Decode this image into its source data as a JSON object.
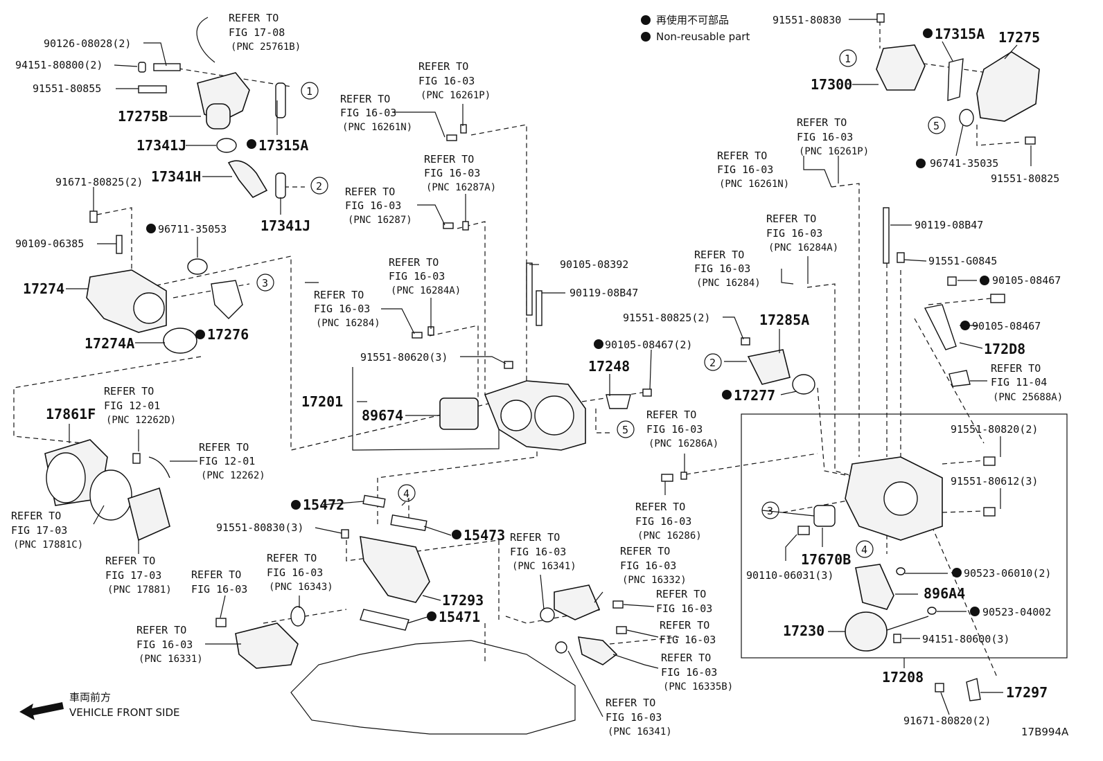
{
  "legend": {
    "jp": "再使用不可部品",
    "en": "Non-reusable part"
  },
  "front": {
    "jp": "車両前方",
    "en": "VEHICLE FRONT SIDE"
  },
  "diagram_id": "17B994A",
  "callouts": [
    "1",
    "2",
    "3",
    "4",
    "5"
  ],
  "part_numbers": {
    "p90126": "90126-08028(2)",
    "p94151a": "94151-80800(2)",
    "p91551_855": "91551-80855",
    "p17275B": "17275B",
    "p17341J_a": "17341J",
    "p17315A_a": "17315A",
    "p17341H": "17341H",
    "p91671_825": "91671-80825(2)",
    "p17341J_b": "17341J",
    "p90109": "90109-06385",
    "p96711": "96711-35053",
    "p17274": "17274",
    "p17274A": "17274A",
    "p17276": "17276",
    "p17861F": "17861F",
    "p17201": "17201",
    "p89674": "89674",
    "p91551_620": "91551-80620(3)",
    "p90105_392": "90105-08392",
    "p90119_a": "90119-08B47",
    "p91551_825b": "91551-80825(2)",
    "p90105_467b": "90105-08467(2)",
    "p17248": "17248",
    "p17285A": "17285A",
    "p17277": "17277",
    "p15472": "15472",
    "p15473": "15473",
    "p91551_830b": "91551-80830(3)",
    "p17293": "17293",
    "p15471": "15471",
    "p91551_830": "91551-80830",
    "p17315A_b": "17315A",
    "p17275": "17275",
    "p17300": "17300",
    "p96741": "96741-35035",
    "p91551_825c": "91551-80825",
    "p90119_b": "90119-08B47",
    "p91551_G845": "91551-G0845",
    "p90105_467c": "90105-08467",
    "p90105_467d": "90105-08467",
    "p172D8": "172D8",
    "p91551_820": "91551-80820(2)",
    "p91551_612": "91551-80612(3)",
    "p17670B": "17670B",
    "p90110": "90110-06031(3)",
    "p90523_010": "90523-06010(2)",
    "p896A4": "896A4",
    "p90523_002": "90523-04002",
    "p17230": "17230",
    "p94151b": "94151-80600(3)",
    "p17208": "17208",
    "p17297": "17297",
    "p91671_820": "91671-80820(2)"
  },
  "refer_a": "REFER TO",
  "refs": {
    "r1708": [
      "FIG 17-08",
      "(PNC 25761B)"
    ],
    "r16261N_a": [
      "FIG 16-03",
      "(PNC 16261N)"
    ],
    "r16261P_a": [
      "FIG 16-03",
      "(PNC 16261P)"
    ],
    "r16287A": [
      "FIG 16-03",
      "(PNC 16287A)"
    ],
    "r16287": [
      "FIG 16-03",
      "(PNC 16287)"
    ],
    "r16284A_a": [
      "FIG 16-03",
      "(PNC 16284A)"
    ],
    "r16284_a": [
      "FIG 16-03",
      "(PNC 16284)"
    ],
    "r12262D": [
      "FIG 12-01",
      "(PNC 12262D)"
    ],
    "r12262": [
      "FIG 12-01",
      "(PNC 12262)"
    ],
    "r17881C": [
      "FIG 17-03",
      "(PNC 17881C)"
    ],
    "r17881": [
      "FIG 17-03",
      "(PNC 17881)"
    ],
    "r16331a": [
      "FIG 16-03"
    ],
    "r16343": [
      "FIG 16-03",
      "(PNC 16343)"
    ],
    "r16331": [
      "FIG 16-03",
      "(PNC 16331)"
    ],
    "r16341a": [
      "FIG 16-03",
      "(PNC 16341)"
    ],
    "r16332": [
      "FIG 16-03",
      "(PNC 16332)"
    ],
    "r16286A": [
      "FIG 16-03",
      "(PNC 16286A)"
    ],
    "r16286": [
      "FIG 16-03",
      "(PNC 16286)"
    ],
    "r16261N_b": [
      "FIG 16-03",
      "(PNC 16261N)"
    ],
    "r16261P_b": [
      "FIG 16-03",
      "(PNC 16261P)"
    ],
    "r16284A_b": [
      "FIG 16-03",
      "(PNC 16284A)"
    ],
    "r16284_b": [
      "FIG 16-03",
      "(PNC 16284)"
    ],
    "r1104": [
      "FIG 11-04",
      "(PNC 25688A)"
    ],
    "rA": [
      "FIG 16-03"
    ],
    "rB": [
      "FIG 16-03"
    ],
    "r16335B": [
      "FIG 16-03",
      "(PNC 16335B)"
    ],
    "r16341b": [
      "FIG 16-03",
      "(PNC 16341)"
    ]
  }
}
